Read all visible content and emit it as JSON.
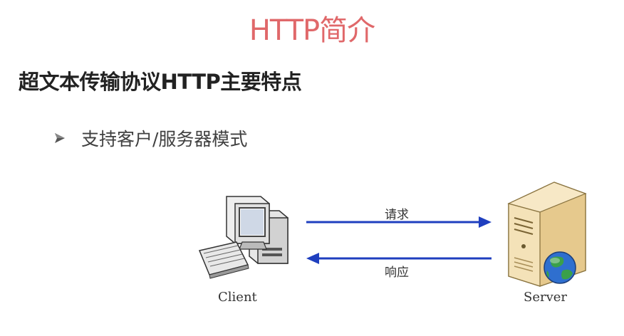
{
  "slide": {
    "title": "HTTP简介",
    "subtitle": "超文本传输协议HTTP主要特点",
    "bullets": [
      {
        "text": "支持客户/服务器模式",
        "icon": "arrowhead-bullet-icon"
      }
    ]
  },
  "diagram": {
    "request_label": "请求",
    "response_label": "响应",
    "client_label": "Client",
    "server_label": "Server",
    "client_icon": "desktop-computer-icon",
    "server_icon": "server-tower-icon",
    "globe_icon": "globe-icon",
    "arrow_color": "#1f3fbf"
  }
}
